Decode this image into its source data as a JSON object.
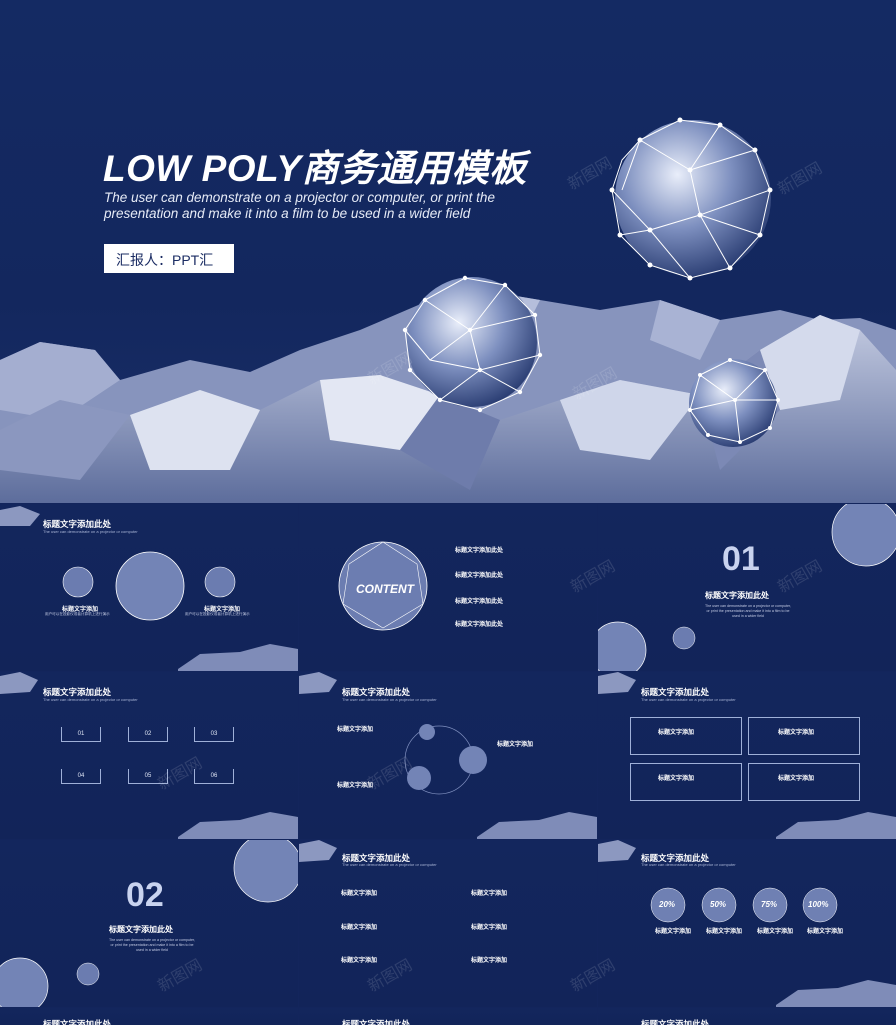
{
  "hero": {
    "title": "LOW POLY商务通用模板",
    "subtitle_line1": "The user can demonstrate on a projector or computer, or print the",
    "subtitle_line2": "presentation and make it into a film to be used in a wider field",
    "reporter": "汇报人：PPT汇"
  },
  "watermark": "新图网",
  "common": {
    "slide_title": "标题文字添加此处",
    "slide_sub": "The user can demonstrate on a projector or computer",
    "item_title": "标题文字添加",
    "body_line": "用户可以在投影仪或者计算机上进行演示"
  },
  "slides": {
    "s2": {
      "left_title": "标题文字添加",
      "right_title": "标题文字添加"
    },
    "s3": {
      "center_label": "CONTENT",
      "items": [
        "标题文字添加此处",
        "标题文字添加此处",
        "标题文字添加此处",
        "标题文字添加此处"
      ]
    },
    "s4": {
      "number": "01",
      "title": "标题文字添加此处",
      "desc1": "The user can demonstrate on a projector or computer,",
      "desc2": "or print the presentation and make it into a film to be",
      "desc3": "used in a wider field"
    },
    "s5": {
      "nums": [
        "01",
        "02",
        "03",
        "04",
        "05",
        "06"
      ]
    },
    "s8": {
      "number": "02",
      "title": "标题文字添加此处",
      "desc1": "The user can demonstrate on a projector or computer,",
      "desc2": "or print the presentation and make it into a film to be",
      "desc3": "used in a wider field"
    },
    "s10": {
      "pcts": [
        "20%",
        "50%",
        "75%",
        "100%"
      ]
    }
  }
}
